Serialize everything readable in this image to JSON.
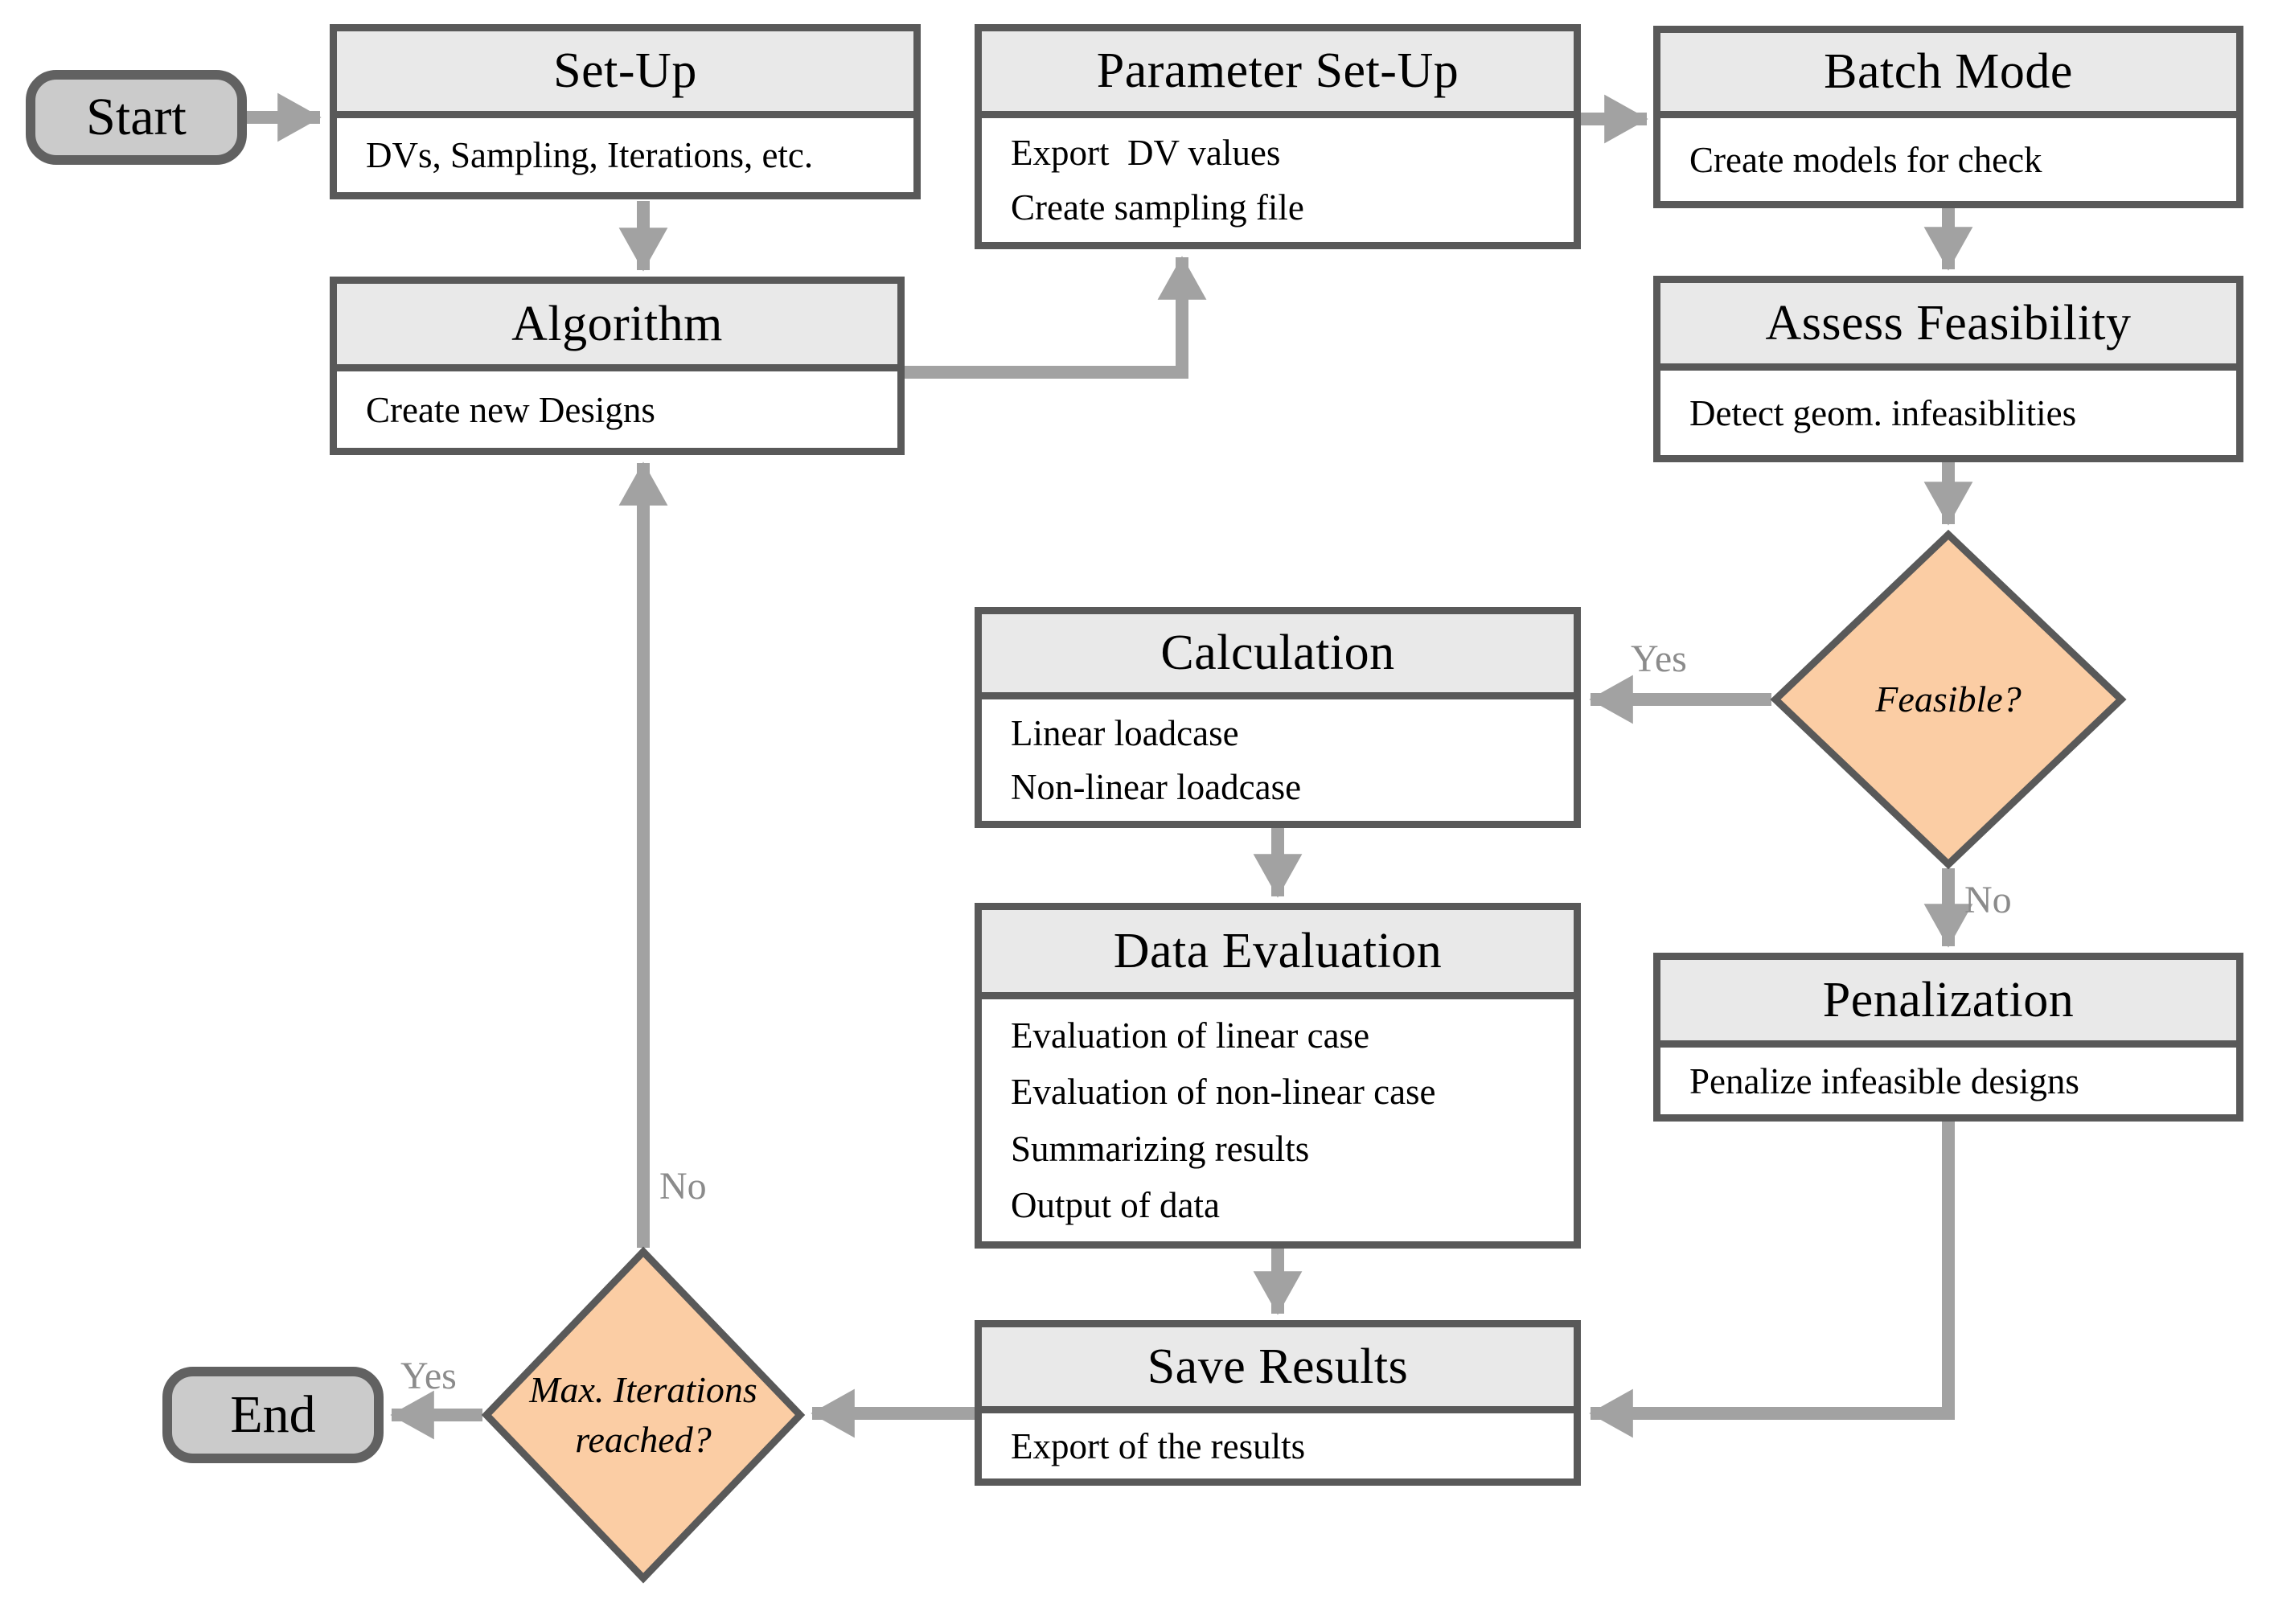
{
  "palette": {
    "box_border": "#595959",
    "header_fill": "#e9e9e9",
    "body_fill": "#ffffff",
    "terminal_fill": "#cbcbcb",
    "terminal_border": "#616161",
    "diamond_fill": "#fbcda4",
    "arrow": "#a2a2a2",
    "edge_label": "#8b8b8b",
    "text": "#000000"
  },
  "nodes": {
    "start": {
      "label": "Start"
    },
    "setup": {
      "title": "Set-Up",
      "lines": [
        "DVs, Sampling, Iterations, etc."
      ]
    },
    "param": {
      "title": "Parameter Set-Up",
      "lines": [
        "Export  DV values",
        "Create sampling file"
      ]
    },
    "batch": {
      "title": "Batch Mode",
      "lines": [
        "Create models for check"
      ]
    },
    "assess": {
      "title": "Assess Feasibility",
      "lines": [
        "Detect geom. infeasiblities"
      ]
    },
    "feasible": {
      "question": "Feasible?"
    },
    "algorithm": {
      "title": "Algorithm",
      "lines": [
        "Create new Designs"
      ]
    },
    "calc": {
      "title": "Calculation",
      "lines": [
        "Linear loadcase",
        "Non-linear loadcase"
      ]
    },
    "dataeval": {
      "title": "Data Evaluation",
      "lines": [
        "Evaluation of linear case",
        "Evaluation of non-linear case",
        "Summarizing results",
        "Output of data"
      ]
    },
    "penal": {
      "title": "Penalization",
      "lines": [
        "Penalize infeasible designs"
      ]
    },
    "save": {
      "title": "Save Results",
      "lines": [
        "Export of the results"
      ]
    },
    "maxiter": {
      "question_line1": "Max. Iterations",
      "question_line2": "reached?"
    },
    "end": {
      "label": "End"
    }
  },
  "edge_labels": {
    "feasible_yes": "Yes",
    "feasible_no": "No",
    "maxiter_yes": "Yes",
    "maxiter_no": "No"
  }
}
